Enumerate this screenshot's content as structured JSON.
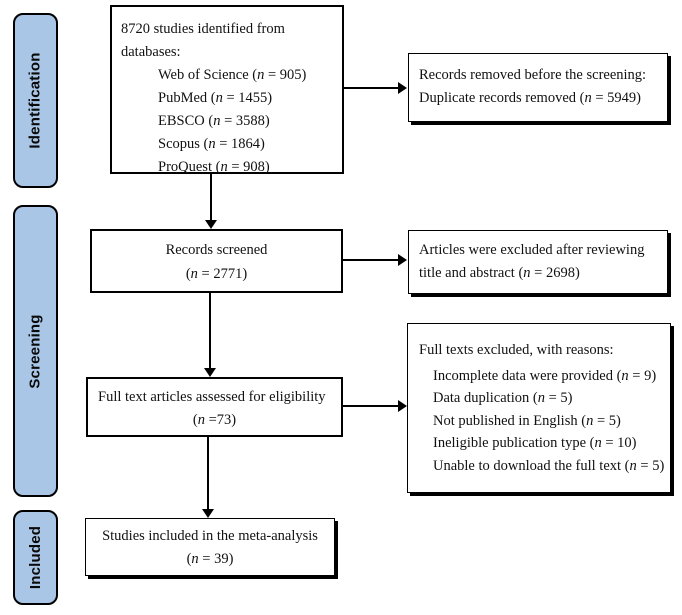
{
  "palette": {
    "sidebar_fill": "#A9C6E7",
    "box_border": "#000000",
    "background": "#FFFFFF",
    "text_color": "#111111"
  },
  "sidebar": {
    "stages": [
      {
        "label": "Identification"
      },
      {
        "label": "Screening"
      },
      {
        "label": "Included"
      }
    ]
  },
  "flow": {
    "identified": {
      "title": "8720 studies identified from databases:",
      "sources": [
        "Web of Science (n = 905)",
        "PubMed (n = 1455)",
        "EBSCO (n = 3588)",
        "Scopus (n = 1864)",
        "ProQuest (n = 908)"
      ]
    },
    "removed_before_screening": {
      "line1": "Records removed before the screening:",
      "line2": "Duplicate records removed (n = 5949)"
    },
    "records_screened": {
      "line1": "Records screened",
      "line2": "(n = 2771)"
    },
    "excluded_title_abstract": {
      "line1": "Articles were excluded after reviewing",
      "line2": "title and abstract (n = 2698)"
    },
    "full_text_assessed": {
      "line1": "Full text articles assessed for eligibility",
      "line2": "(n =73)"
    },
    "full_text_excluded": {
      "title": "Full texts excluded, with reasons:",
      "reasons": [
        "Incomplete data were provided (n = 9)",
        "Data duplication (n = 5)",
        "Not published in English (n = 5)",
        "Ineligible publication type (n = 10)",
        "Unable to download the full text (n = 5)"
      ]
    },
    "included_meta_analysis": {
      "line1": "Studies included in the meta-analysis",
      "line2": "(n = 39)"
    }
  }
}
